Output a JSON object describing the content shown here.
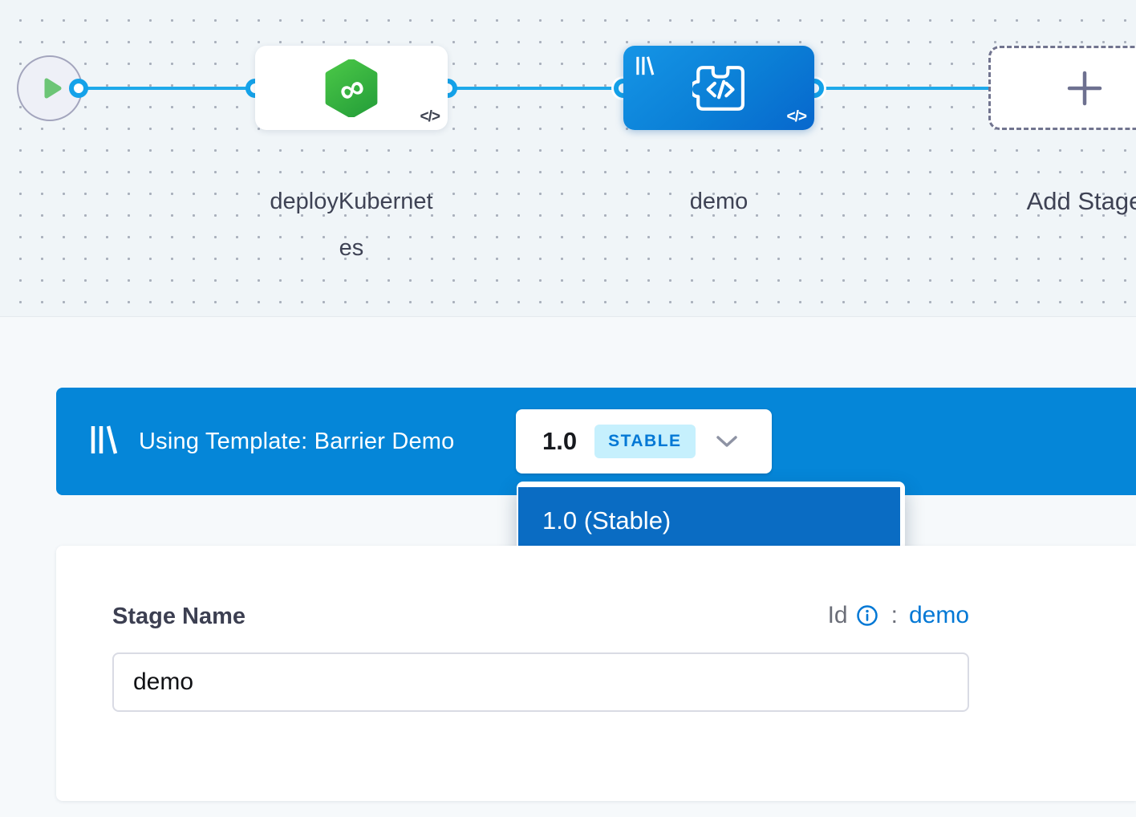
{
  "canvas": {
    "start_node": {
      "icon": "play"
    },
    "nodes": [
      {
        "label": "deployKubernetes",
        "label_lines": [
          "deployKubernet",
          "es"
        ],
        "icon": "harness-deploy-hexagon",
        "code_label": "</>"
      },
      {
        "label": "demo",
        "icon": "custom-stage",
        "template_icon": "library",
        "code_label": "</>"
      },
      {
        "label": "Add Stage",
        "icon": "plus"
      }
    ]
  },
  "template_banner": {
    "title": "Using Template: Barrier Demo",
    "version": "1.0",
    "version_badge": "STABLE",
    "dropdown_items": [
      {
        "label": "1.0 (Stable)",
        "selected": true
      }
    ]
  },
  "stage_form": {
    "name_label": "Stage Name",
    "name_value": "demo",
    "id_label": "Id",
    "id_separator": ":",
    "id_value": "demo"
  },
  "colors": {
    "accent_blue": "#0278d5",
    "banner_blue": "#0586d8",
    "node_blue_gradient": [
      "#1595e6",
      "#0767cd"
    ],
    "dropdown_item_blue": "#0a6cc3",
    "connector_blue": "#1ea9ea",
    "icon_green": "#3eba41",
    "play_green": "#6cc576",
    "stable_badge_bg": "#c6f0fd",
    "canvas_bg": "#f0f5f8"
  }
}
